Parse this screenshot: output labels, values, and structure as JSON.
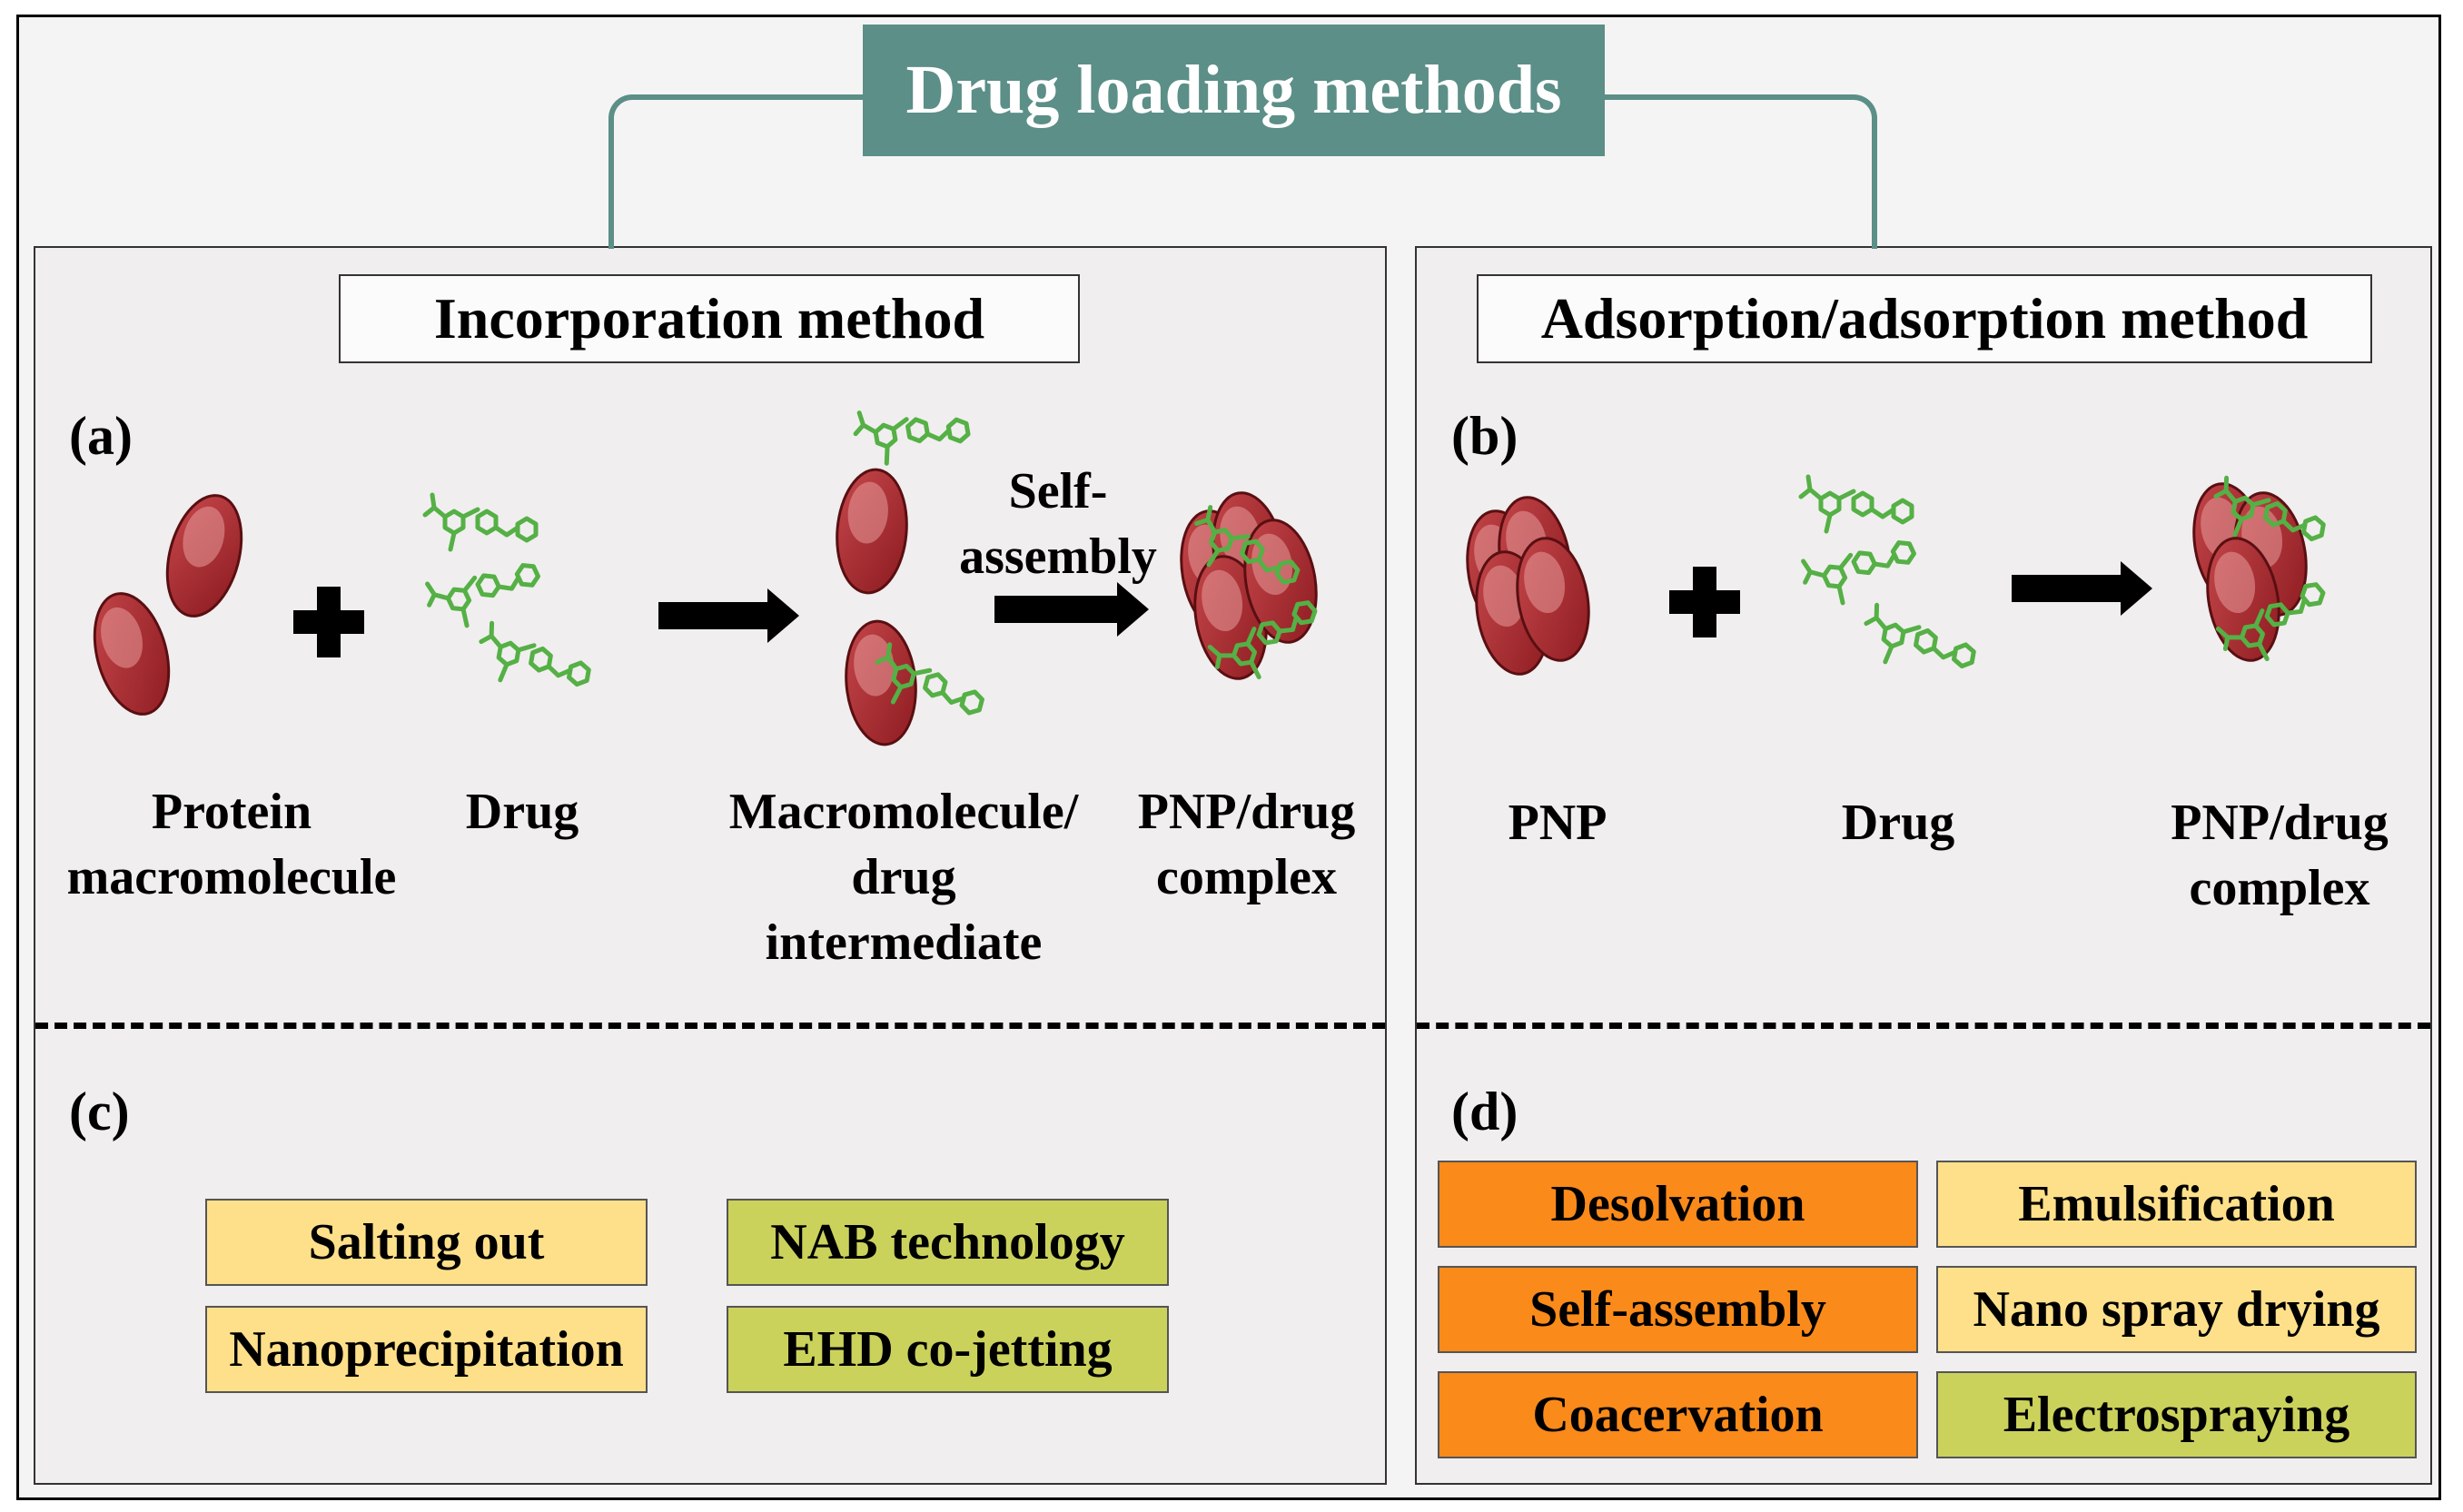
{
  "title": "Drug loading methods",
  "left": {
    "heading": "Incorporation method",
    "letter_a": "(a)",
    "letter_c": "(c)",
    "labels": {
      "protein_line1": "Protein",
      "protein_line2": "macromolecule",
      "drug": "Drug",
      "intermediate_line1": "Macromolecule/",
      "intermediate_line2": "drug",
      "intermediate_line3": "intermediate",
      "complex_line1": "PNP/drug",
      "complex_line2": "complex"
    },
    "arrow_label_line1": "Self-",
    "arrow_label_line2": "assembly",
    "methods": [
      "Salting out",
      "NAB technology",
      "Nanoprecipitation",
      "EHD co-jetting"
    ]
  },
  "right": {
    "heading": "Adsorption/adsorption method",
    "letter_b": "(b)",
    "letter_d": "(d)",
    "labels": {
      "pnp": "PNP",
      "drug": "Drug",
      "complex_line1": "PNP/drug",
      "complex_line2": "complex"
    },
    "methods": [
      "Desolvation",
      "Emulsification",
      "Self-assembly",
      "Nano spray drying",
      "Coacervation",
      "Electrospraying"
    ]
  },
  "colors": {
    "title_bg": "#5b8f87",
    "particle": "#a8262b",
    "drug": "#55b045",
    "yellow": "#ffe08a",
    "olive": "#cbd25c",
    "orange": "#fa8a1a"
  }
}
